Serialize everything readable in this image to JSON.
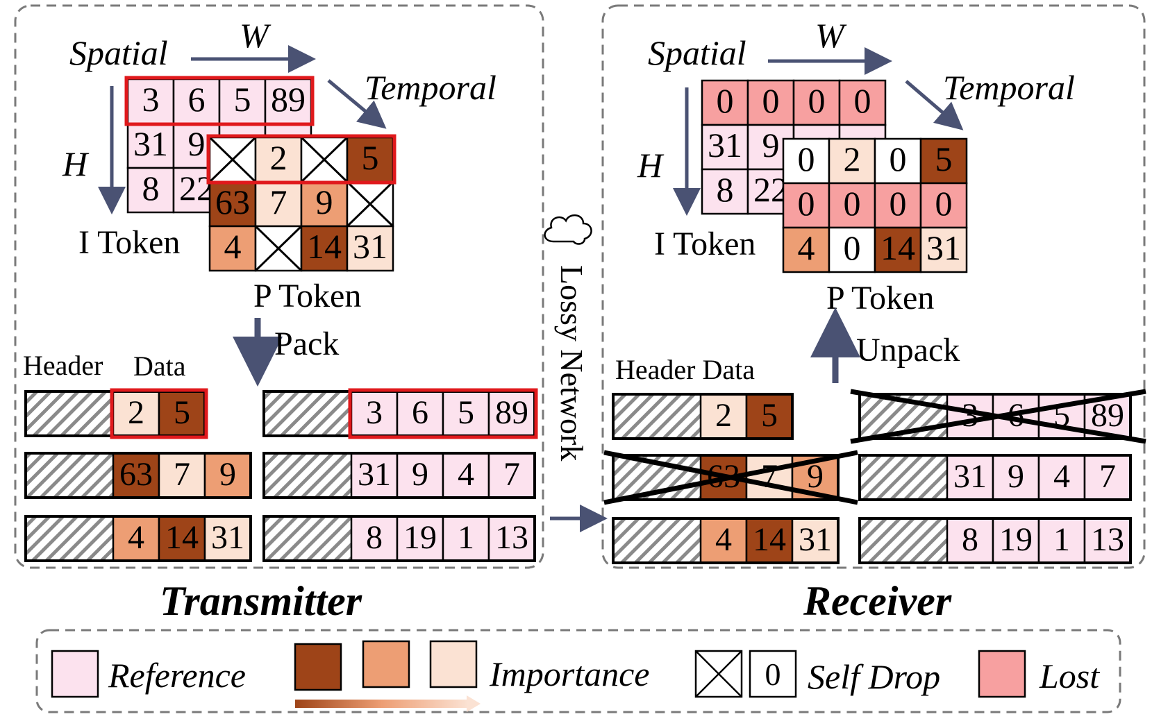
{
  "colors": {
    "reference": "#FCE2EE",
    "imp_high": "#9E4418",
    "imp_mid": "#ED9E74",
    "imp_low": "#FBE2D3",
    "lost": "#F7A0A0",
    "red_border": "#E0191C",
    "arrow": "#4A5273",
    "dash": "#7A7A7A"
  },
  "transmitter": {
    "title": "Transmitter",
    "spatial_label": "Spatial",
    "w_label": "W",
    "h_label": "H",
    "temporal_label": "Temporal",
    "i_token_label": "I Token",
    "p_token_label": "P Token",
    "pack_label": "Pack",
    "header_label": "Header",
    "data_label": "Data",
    "i_grid": [
      [
        {
          "v": "3"
        },
        {
          "v": "6"
        },
        {
          "v": "5"
        },
        {
          "v": "89"
        }
      ],
      [
        {
          "v": "31"
        },
        {
          "v": "9"
        },
        {
          "v": ""
        },
        {
          "v": ""
        }
      ],
      [
        {
          "v": "8"
        },
        {
          "v": "22"
        },
        {
          "v": ""
        },
        {
          "v": ""
        }
      ]
    ],
    "p_grid": [
      [
        {
          "v": "",
          "t": "x"
        },
        {
          "v": "2",
          "t": "low"
        },
        {
          "v": "",
          "t": "x"
        },
        {
          "v": "5",
          "t": "high"
        }
      ],
      [
        {
          "v": "63",
          "t": "high"
        },
        {
          "v": "7",
          "t": "low"
        },
        {
          "v": "9",
          "t": "mid"
        },
        {
          "v": "",
          "t": "x"
        }
      ],
      [
        {
          "v": "4",
          "t": "mid"
        },
        {
          "v": "",
          "t": "x"
        },
        {
          "v": "14",
          "t": "high"
        },
        {
          "v": "31",
          "t": "low"
        }
      ]
    ],
    "p_packets": [
      [
        {
          "v": "2",
          "t": "low"
        },
        {
          "v": "5",
          "t": "high"
        }
      ],
      [
        {
          "v": "63",
          "t": "high"
        },
        {
          "v": "7",
          "t": "low"
        },
        {
          "v": "9",
          "t": "mid"
        }
      ],
      [
        {
          "v": "4",
          "t": "mid"
        },
        {
          "v": "14",
          "t": "high"
        },
        {
          "v": "31",
          "t": "low"
        }
      ]
    ],
    "i_packets": [
      [
        "3",
        "6",
        "5",
        "89"
      ],
      [
        "31",
        "9",
        "4",
        "7"
      ],
      [
        "8",
        "19",
        "1",
        "13"
      ]
    ]
  },
  "network": {
    "label": "Lossy Network"
  },
  "receiver": {
    "title": "Receiver",
    "spatial_label": "Spatial",
    "w_label": "W",
    "h_label": "H",
    "temporal_label": "Temporal",
    "i_token_label": "I Token",
    "p_token_label": "P Token",
    "unpack_label": "Unpack",
    "header_data_label": "Header Data",
    "i_grid": [
      [
        {
          "v": "0",
          "t": "lost"
        },
        {
          "v": "0",
          "t": "lost"
        },
        {
          "v": "0",
          "t": "lost"
        },
        {
          "v": "0",
          "t": "lost"
        }
      ],
      [
        {
          "v": "31",
          "t": "ref"
        },
        {
          "v": "9",
          "t": "ref"
        },
        {
          "v": "",
          "t": "ref"
        },
        {
          "v": "",
          "t": "ref"
        }
      ],
      [
        {
          "v": "8",
          "t": "ref"
        },
        {
          "v": "22",
          "t": "ref"
        },
        {
          "v": "",
          "t": "ref"
        },
        {
          "v": "",
          "t": "ref"
        }
      ]
    ],
    "p_grid": [
      [
        {
          "v": "0",
          "t": "white"
        },
        {
          "v": "2",
          "t": "low"
        },
        {
          "v": "0",
          "t": "white"
        },
        {
          "v": "5",
          "t": "high"
        }
      ],
      [
        {
          "v": "0",
          "t": "lost"
        },
        {
          "v": "0",
          "t": "lost"
        },
        {
          "v": "0",
          "t": "lost"
        },
        {
          "v": "0",
          "t": "lost"
        }
      ],
      [
        {
          "v": "4",
          "t": "mid"
        },
        {
          "v": "0",
          "t": "white"
        },
        {
          "v": "14",
          "t": "high"
        },
        {
          "v": "31",
          "t": "low"
        }
      ]
    ],
    "p_packets": [
      [
        {
          "v": "2",
          "t": "low"
        },
        {
          "v": "5",
          "t": "high"
        }
      ],
      [
        {
          "v": "63",
          "t": "high"
        },
        {
          "v": "7",
          "t": "low"
        },
        {
          "v": "9",
          "t": "mid"
        }
      ],
      [
        {
          "v": "4",
          "t": "mid"
        },
        {
          "v": "14",
          "t": "high"
        },
        {
          "v": "31",
          "t": "low"
        }
      ]
    ],
    "p_packets_lost": [
      false,
      true,
      false
    ],
    "i_packets": [
      [
        "3",
        "6",
        "5",
        "89"
      ],
      [
        "31",
        "9",
        "4",
        "7"
      ],
      [
        "8",
        "19",
        "1",
        "13"
      ]
    ],
    "i_packets_lost": [
      true,
      false,
      false
    ]
  },
  "legend": {
    "reference_label": "Reference",
    "importance_label": "Importance",
    "self_drop_label": "Self Drop",
    "self_drop_zero": "0",
    "lost_label": "Lost"
  }
}
